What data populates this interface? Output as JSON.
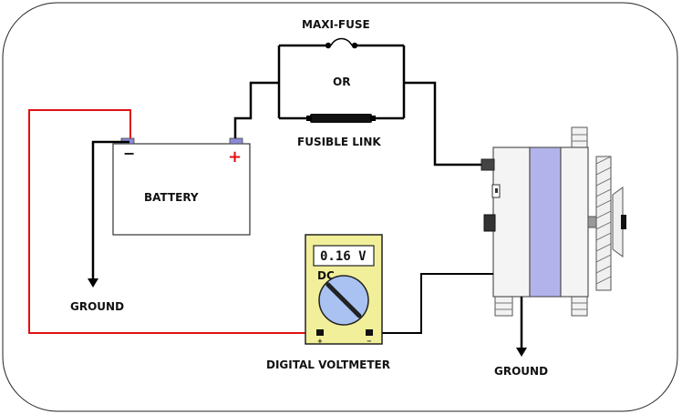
{
  "labels": {
    "maxi_fuse": "MAXI-FUSE",
    "or": "OR",
    "fusible_link": "FUSIBLE LINK",
    "battery": "BATTERY",
    "battery_neg": "−",
    "battery_pos": "+",
    "ground_left": "GROUND",
    "ground_right": "GROUND",
    "voltmeter": "DIGITAL VOLTMETER",
    "meter_reading": "0.16 V",
    "meter_mode": "DC",
    "meter_pos": "+",
    "meter_neg": "−"
  },
  "colors": {
    "wire": "#000000",
    "probe_wire": "#e01010",
    "meter_body": "#f2ef9a",
    "dial": "#a9c2f2",
    "alternator_band": "#b3b3ec",
    "terminal": "#7a7ad0"
  }
}
